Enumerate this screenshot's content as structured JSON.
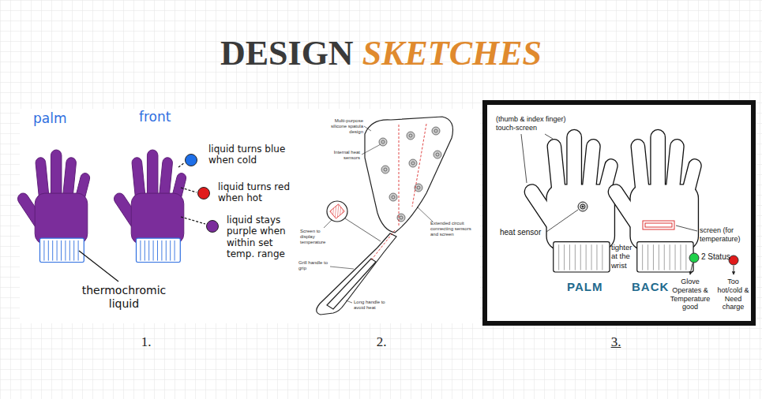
{
  "diagram": {
    "title": "DESIGN SKETCHES",
    "nodes": [
      {
        "text": [
          "(thumb & index finger) touch-screen",
          "heat sensor",
          "tighter at the wrist",
          "PALM",
          "BACK",
          "screen (for temperature)",
          "2 Status",
          "Glove Operates & Temperature good",
          "Too hot/cold & Need charge"
        ]
      }
    ],
    "labels": [
      "palm",
      "front",
      "thermochromic liquid",
      "1.",
      "Multi-purpose silicone spatula design",
      "Internal heat sensors",
      "Screen to display temperature",
      "Grill handle to grip",
      "Extended circuit connecting sensors and screen",
      "Long handle to avoid heat",
      "2.",
      "3."
    ],
    "legend": [
      {
        "text": "liquid turns blue when cold",
        "color": "#1e6fe8"
      },
      {
        "text": "liquid turns red when hot",
        "color": "#e01b1b"
      },
      {
        "text": "liquid stays purple when within set temp. range",
        "color": "#7b2d9b"
      }
    ]
  }
}
